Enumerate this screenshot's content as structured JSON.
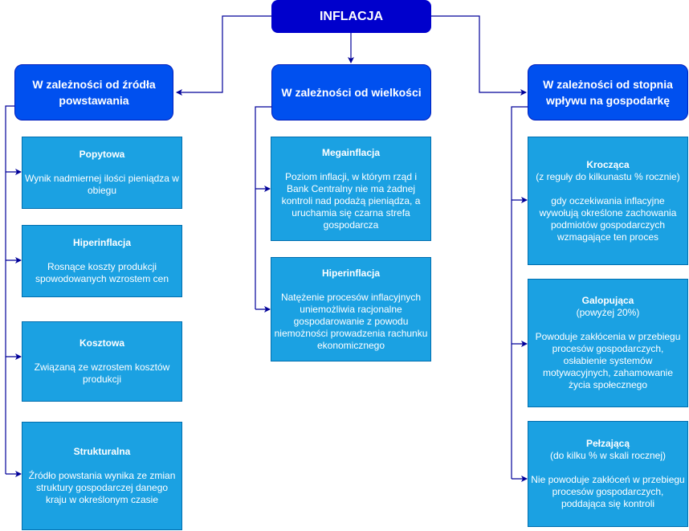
{
  "colors": {
    "root": "#0000CC",
    "category": "#0050EF",
    "leaf": "#1BA1E2",
    "connector": "#000099",
    "text": "#FFFFFF"
  },
  "root": {
    "label": "INFLACJA"
  },
  "categories": [
    {
      "label": "W zależności od źródła powstawania",
      "items": [
        {
          "title": "Popytowa",
          "subtitle": "",
          "description": "Wynik nadmiernej ilości pieniądza w obiegu"
        },
        {
          "title": "Hiperinflacja",
          "subtitle": "",
          "description": "Rosnące koszty produkcji spowodowanych wzrostem cen"
        },
        {
          "title": "Kosztowa",
          "subtitle": "",
          "description": "Związaną ze wzrostem kosztów produkcji"
        },
        {
          "title": "Strukturalna",
          "subtitle": "",
          "description": "Źródło powstania wynika ze zmian struktury gospodarczej danego kraju w określonym czasie"
        }
      ]
    },
    {
      "label": "W zależności od wielkości",
      "items": [
        {
          "title": "Megainflacja",
          "subtitle": "",
          "description": "Poziom inflacji, w którym rząd i Bank Centralny nie ma żadnej kontroli nad podażą pieniądza, a uruchamia się czarna strefa gospodarcza"
        },
        {
          "title": "Hiperinflacja",
          "subtitle": "",
          "description": "Natężenie procesów inflacyjnych uniemożliwia racjonalne gospodarowanie z powodu niemożności prowadzenia rachunku ekonomicznego"
        }
      ]
    },
    {
      "label": "W zależności od stopnia wpływu na gospodarkę",
      "items": [
        {
          "title": "Krocząca",
          "subtitle": "(z reguły do kilkunastu % rocznie)",
          "description": "gdy oczekiwania inflacyjne wywołują określone zachowania podmiotów gospodarczych wzmagające ten proces"
        },
        {
          "title": "Galopująca",
          "subtitle": "(powyżej 20%)",
          "description": "Powoduje zakłócenia w przebiegu procesów gospodarczych, osłabienie systemów motywacyjnych, zahamowanie życia społecznego"
        },
        {
          "title": "Pełzającą",
          "subtitle": "(do kilku % w skali rocznej)",
          "description": "Nie powoduje zakłóceń w przebiegu procesów gospodarczych, poddająca się kontroli"
        }
      ]
    }
  ]
}
